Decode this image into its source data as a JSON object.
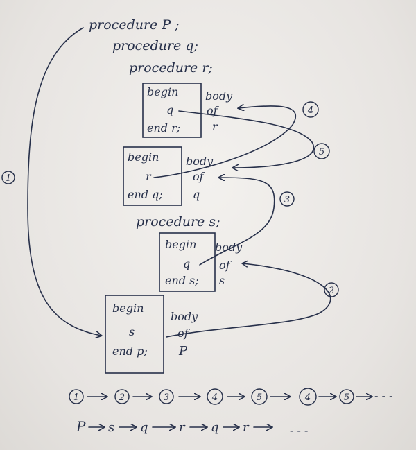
{
  "procedures": {
    "p": "procedure P ;",
    "q": "procedure q;",
    "r": "procedure r;",
    "s": "procedure s;"
  },
  "boxes": {
    "r": {
      "l1": "begin",
      "l2": "q",
      "l3": "end r;",
      "body1": "body",
      "body2": "of",
      "body3": "r"
    },
    "q": {
      "l1": "begin",
      "l2": "r",
      "l3": "end q;",
      "body1": "body",
      "body2": "of",
      "body3": "q"
    },
    "s": {
      "l1": "begin",
      "l2": "q",
      "l3": "end s;",
      "body1": "body",
      "body2": "of",
      "body3": "s"
    },
    "p": {
      "l1": "begin",
      "l2": "s",
      "l3": "end p;",
      "body1": "body",
      "body2": "of",
      "body3": "P"
    }
  },
  "arrow_labels": [
    "1",
    "2",
    "3",
    "4",
    "5"
  ],
  "sequence_numbers": {
    "items": [
      "1",
      "2",
      "3",
      "4",
      "5",
      "4",
      "5"
    ],
    "ellipsis": "- - -"
  },
  "sequence_procs": {
    "items": [
      "P",
      "s",
      "q",
      "r",
      "q",
      "r"
    ],
    "ellipsis": "- - -"
  }
}
